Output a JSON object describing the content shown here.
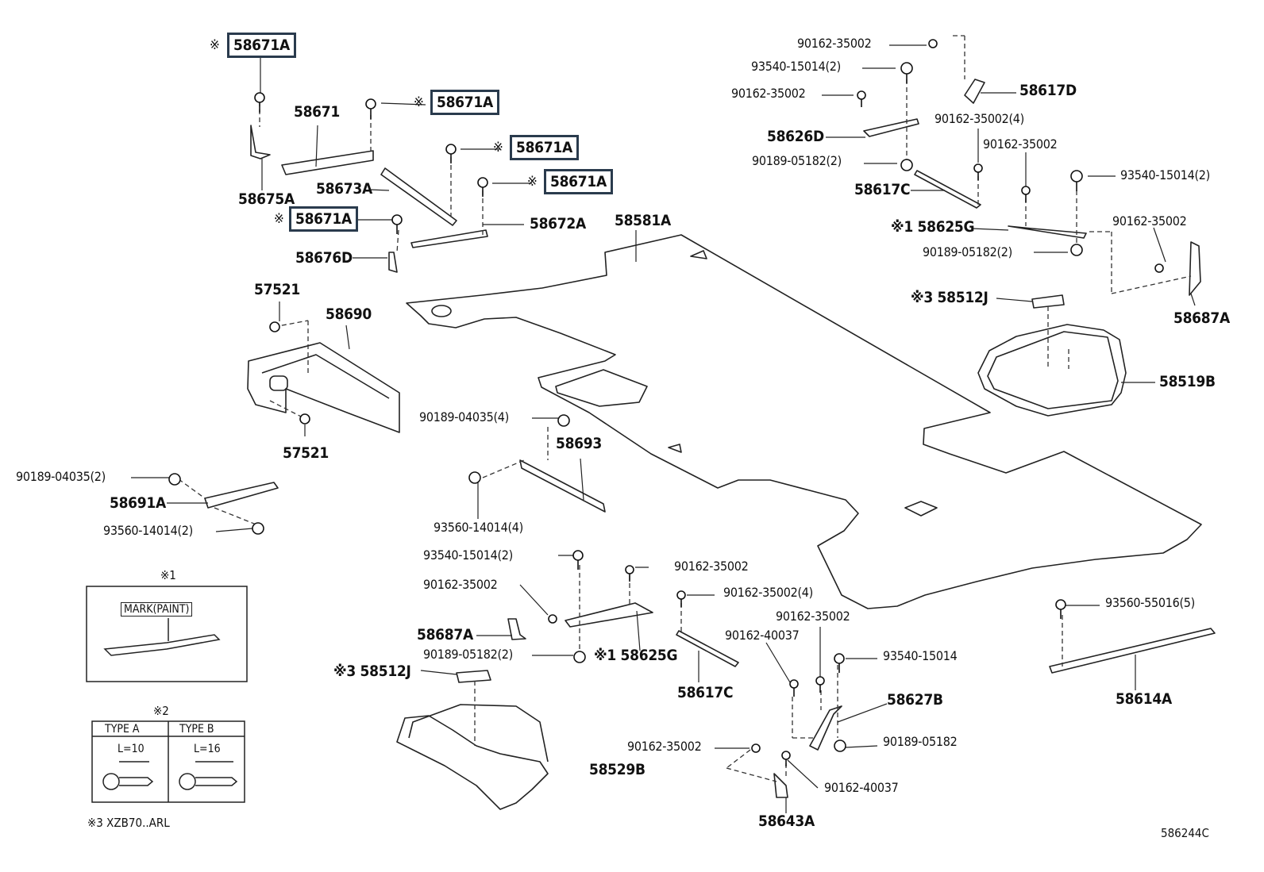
{
  "diagram": {
    "catalog_code": "586244C",
    "footnote_3": "※3 XZB70..ARL",
    "detail_1": {
      "title": "※1",
      "mark_label": "MARK(PAINT)"
    },
    "detail_2": {
      "title": "※2",
      "type_a_label": "TYPE A",
      "type_b_label": "TYPE B",
      "type_a_length": "L=10",
      "type_b_length": "L=16"
    },
    "highlighted_parts": [
      {
        "prefix": "※",
        "code": "58671A"
      },
      {
        "prefix": "※",
        "code": "58671A"
      },
      {
        "prefix": "※",
        "code": "58671A"
      },
      {
        "prefix": "※",
        "code": "58671A"
      },
      {
        "prefix": "※",
        "code": "58671A"
      }
    ],
    "part_labels": [
      "58671",
      "58675A",
      "58673A",
      "58672A",
      "58676D",
      "58581A",
      "57521",
      "58690",
      "57521",
      "90189-04035(2)",
      "58691A",
      "93560-14014(2)",
      "90189-04035(4)",
      "58693",
      "93560-14014(4)",
      "93540-15014(2)",
      "90162-35002",
      "90162-35002",
      "58687A",
      "90189-05182(2)",
      "※1 58625G",
      "※3 58512J",
      "58529B",
      "90162-35002(4)",
      "58617C",
      "90162-40037",
      "90162-35002",
      "93540-15014",
      "58627B",
      "90189-05182",
      "90162-35002",
      "90162-40037",
      "58643A",
      "93560-55016(5)",
      "58614A",
      "90162-35002",
      "93540-15014(2)",
      "90162-35002",
      "58617D",
      "58626D",
      "90162-35002(4)",
      "90162-35002",
      "90189-05182(2)",
      "58617C",
      "93540-15014(2)",
      "※1 58625G",
      "90162-35002",
      "90189-05182(2)",
      "58687A",
      "※3 58512J",
      "58519B"
    ]
  }
}
